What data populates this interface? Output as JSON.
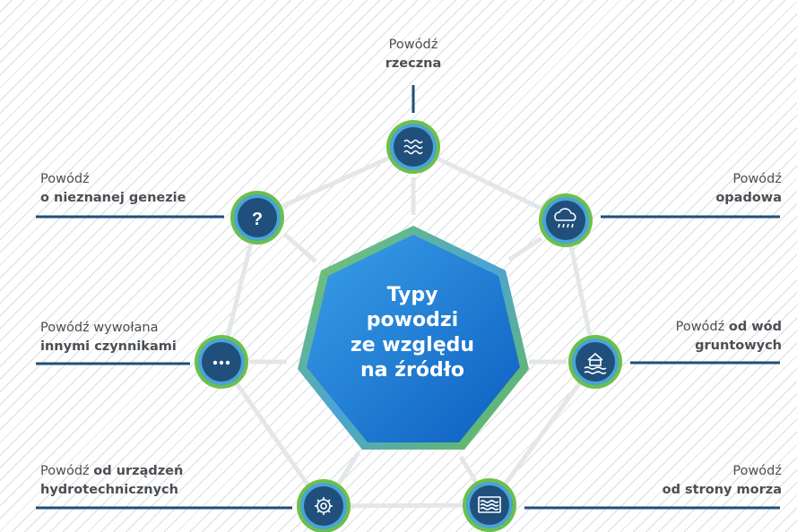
{
  "center": {
    "title": "Typy\npowodzi\nze względu\nna źródło"
  },
  "colors": {
    "node_blue": "#1f4f7a",
    "ring_light_blue": "#4aa3d6",
    "ring_green": "#6cc04a",
    "connector": "#e3e6e8",
    "leader_line": "#1f4f7a",
    "hept_blue": "#1f78d1"
  },
  "nodes": [
    {
      "id": "rzeczna",
      "icon": "waves-icon",
      "label": {
        "pre": "Powódź",
        "bold": "rzeczna",
        "post": ""
      }
    },
    {
      "id": "opadowa",
      "icon": "rain-cloud-icon",
      "label": {
        "pre": "Powódź",
        "bold": "opadowa",
        "post": ""
      }
    },
    {
      "id": "gruntowych",
      "icon": "groundwater-house-icon",
      "label": {
        "pre": "Powódź",
        "bold": "od wód gruntowych",
        "post": ""
      }
    },
    {
      "id": "morza",
      "icon": "sea-waves-icon",
      "label": {
        "pre": "Powódź",
        "bold": "od strony morza",
        "post": ""
      }
    },
    {
      "id": "hydrotechnicznych",
      "icon": "gear-icon",
      "label": {
        "pre": "Powódź",
        "bold": "od urządzeń hydrotechnicznych",
        "post": ""
      }
    },
    {
      "id": "innymi",
      "icon": "ellipsis-icon",
      "label": {
        "pre": "Powódź wywołana",
        "bold": "innymi czynnikami",
        "post": ""
      }
    },
    {
      "id": "nieznanej",
      "icon": "question-icon",
      "label": {
        "pre": "Powódź",
        "bold": "o nieznanej genezie",
        "post": ""
      }
    }
  ],
  "icon_glyphs": {
    "question": "?",
    "ellipsis": "···"
  }
}
